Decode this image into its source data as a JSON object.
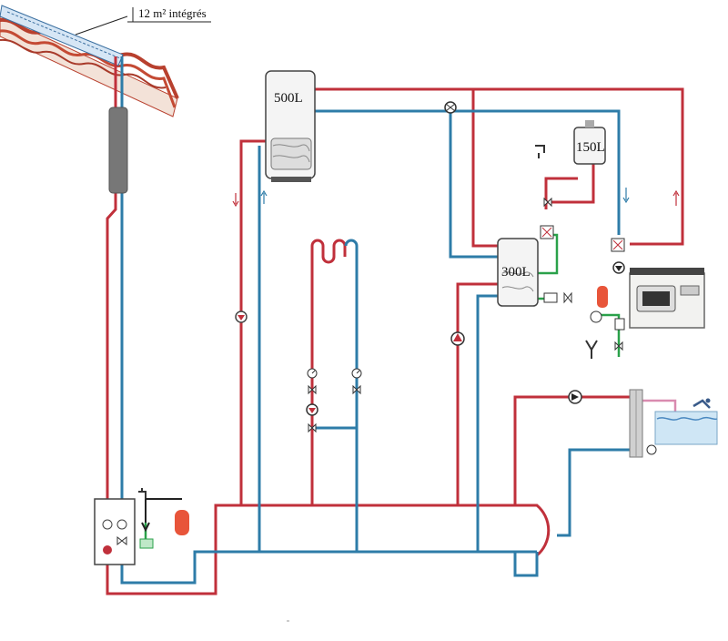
{
  "labels": {
    "collector": "12 m² intégrés",
    "tank_500": "500L",
    "tank_300": "300L",
    "tank_150": "150L"
  },
  "colors": {
    "hot": "#c0303b",
    "cold": "#2e7ca8",
    "green": "#2aa14a",
    "pink": "#d98bb0",
    "vessel": "#e8553a",
    "roof": "#b8402e"
  },
  "icons": {
    "pump": "pump-icon",
    "valve": "valve-icon",
    "tap": "tap-icon",
    "gauge": "gauge-icon",
    "expansion_vessel": "expansion-vessel-icon",
    "check_valve": "check-valve-icon",
    "stove": "wood-stove-icon",
    "pool": "swimming-pool-icon",
    "swimmer": "swimmer-icon",
    "heat_exchanger": "heat-exchanger-icon"
  }
}
